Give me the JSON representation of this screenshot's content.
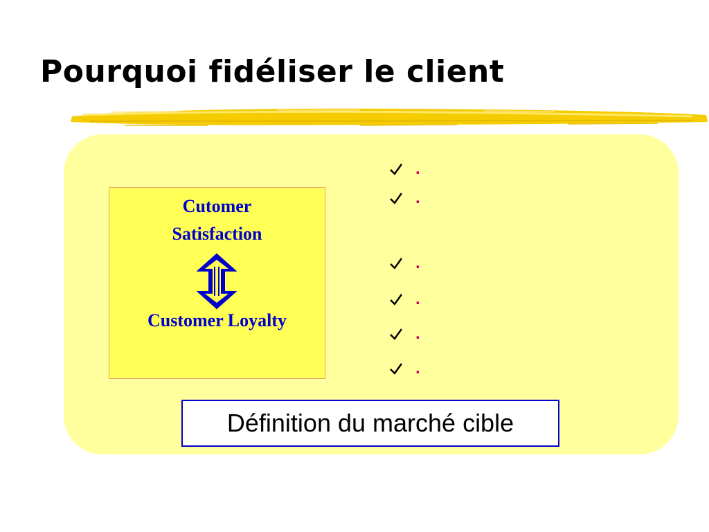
{
  "slide": {
    "title": "Pourquoi fidéliser le client"
  },
  "concept_box": {
    "line1": "Cutomer",
    "line2": "Satisfaction",
    "line3": "Customer Loyalty",
    "arrow_icon": "double-headed-vertical-arrow-icon"
  },
  "checklist": {
    "icon": "checkmark-icon",
    "items": [
      ".",
      ".",
      ".",
      ".",
      ".",
      "."
    ]
  },
  "definition_box": {
    "label": "Définition du marché cible"
  },
  "colors": {
    "panel": "#ffff9d",
    "concept_box": "#ffff55",
    "concept_text": "#0000cc",
    "bullet_text": "#cc0066",
    "brush": "#f5cc00",
    "definition_border": "#0000cc"
  }
}
